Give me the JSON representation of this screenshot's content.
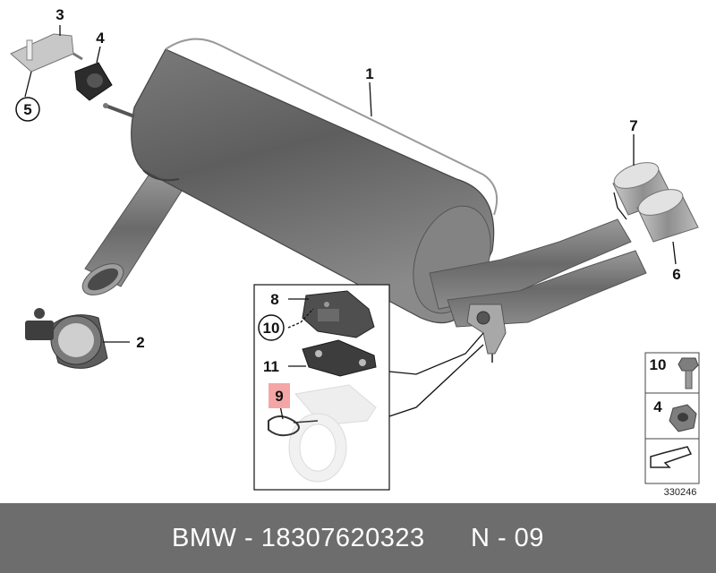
{
  "diagram": {
    "callouts": {
      "main_muffler": "1",
      "clamp": "2",
      "bracket": "3",
      "rubber_mount": "4",
      "circled_5": "5",
      "tailpipe_right": "6",
      "tailpipe_left": "7",
      "actuator": "8",
      "highlighted_part": "9",
      "circled_10": "10",
      "gasket_plate": "11",
      "legend_bolt": "10",
      "legend_nut": "4"
    },
    "diagram_number": "330246",
    "colors": {
      "highlight": "#f4a6a6",
      "part_dark": "#6a6a6a",
      "footer_bg": "#6d6d6d"
    }
  },
  "footer": {
    "brand": "BMW",
    "part_number": "18307620323",
    "position_label": "N - 09"
  }
}
